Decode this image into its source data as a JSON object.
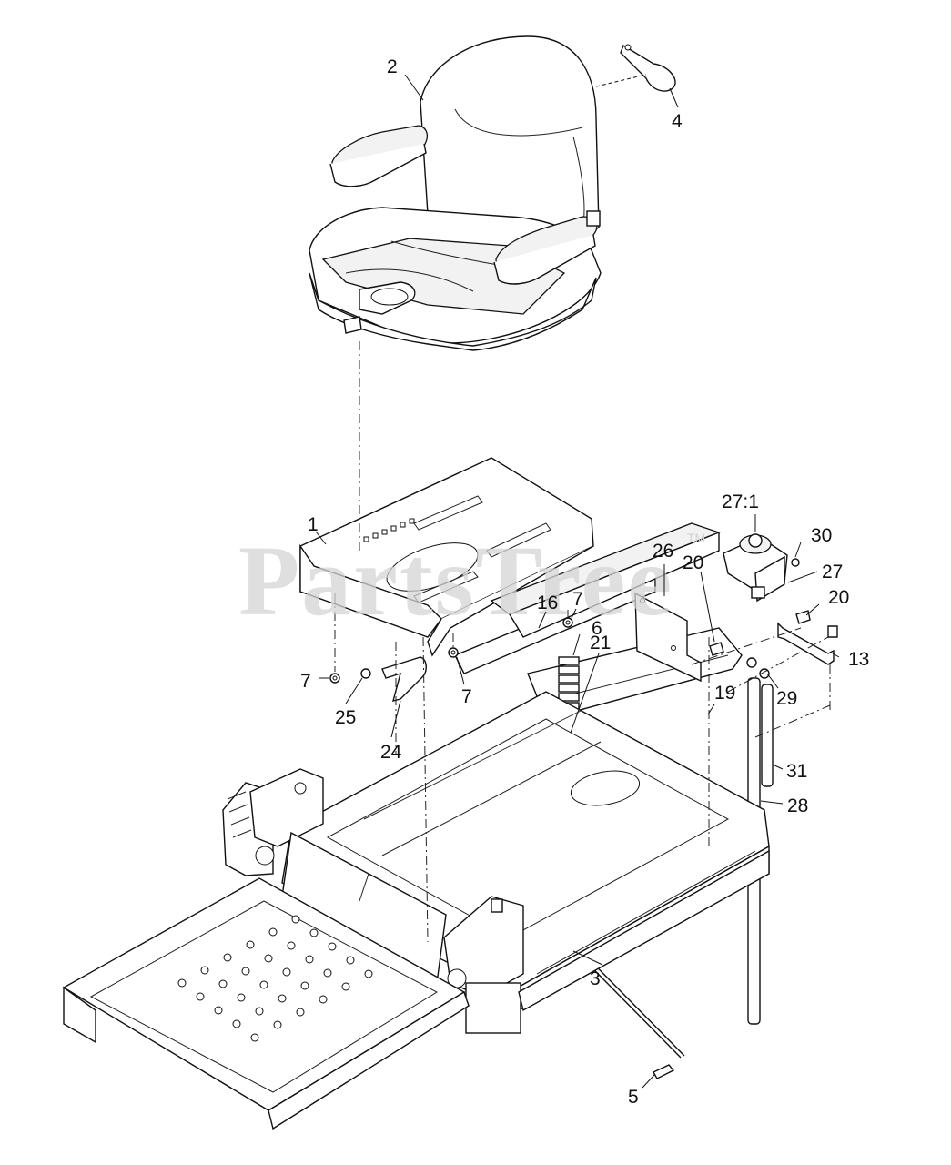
{
  "watermark": {
    "text": "PartsTree",
    "trademark": "TM"
  },
  "callouts": [
    {
      "label": "1"
    },
    {
      "label": "2"
    },
    {
      "label": "3"
    },
    {
      "label": "4"
    },
    {
      "label": "5"
    },
    {
      "label": "6"
    },
    {
      "label": "7"
    },
    {
      "label": "7"
    },
    {
      "label": "7"
    },
    {
      "label": "13"
    },
    {
      "label": "16"
    },
    {
      "label": "19"
    },
    {
      "label": "20"
    },
    {
      "label": "20"
    },
    {
      "label": "21"
    },
    {
      "label": "24"
    },
    {
      "label": "25"
    },
    {
      "label": "26"
    },
    {
      "label": "27"
    },
    {
      "label": "27:1"
    },
    {
      "label": "28"
    },
    {
      "label": "29"
    },
    {
      "label": "30"
    },
    {
      "label": "31"
    }
  ]
}
